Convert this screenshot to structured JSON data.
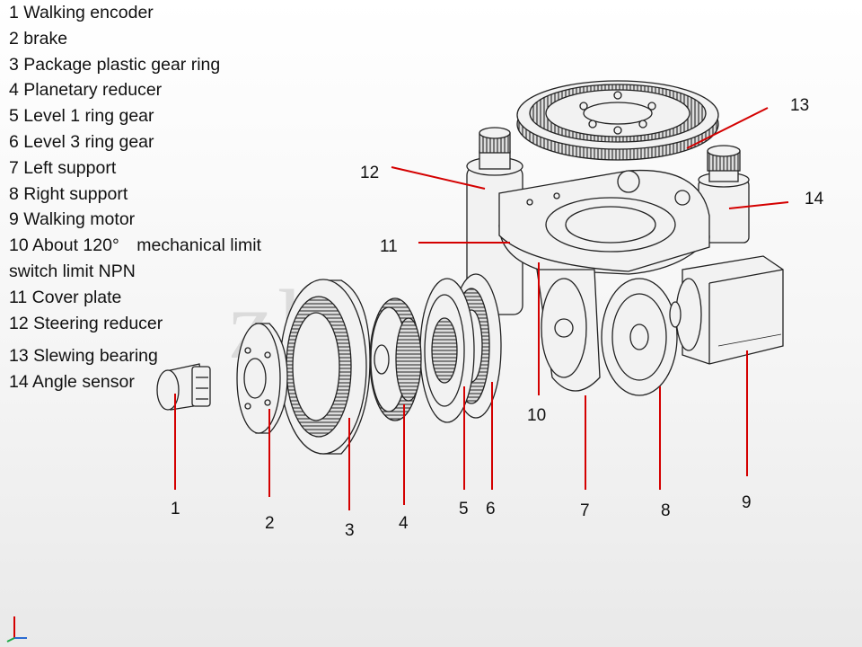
{
  "legend": [
    "1 Walking encoder",
    "2 brake",
    "3 Package plastic gear ring",
    "4 Planetary reducer",
    "5 Level 1 ring gear",
    "6 Level 3 ring gear",
    "7  Left support",
    "8 Right support",
    "9 Walking motor",
    "10 About 120°　mechanical limit switch limit NPN",
    "11  Cover plate",
    "12  Steering reducer",
    "13  Slewing bearing",
    "14  Angle sensor"
  ],
  "callouts": {
    "n1": "1",
    "n2": "2",
    "n3": "3",
    "n4": "4",
    "n5": "5",
    "n6": "6",
    "n7": "7",
    "n8": "8",
    "n9": "9",
    "n10": "10",
    "n11": "11",
    "n12": "12",
    "n13": "13",
    "n14": "14"
  },
  "watermark": "zhi un",
  "colors": {
    "leader": "#d40000",
    "outline": "#222222",
    "fill": "#f2f2f2"
  }
}
